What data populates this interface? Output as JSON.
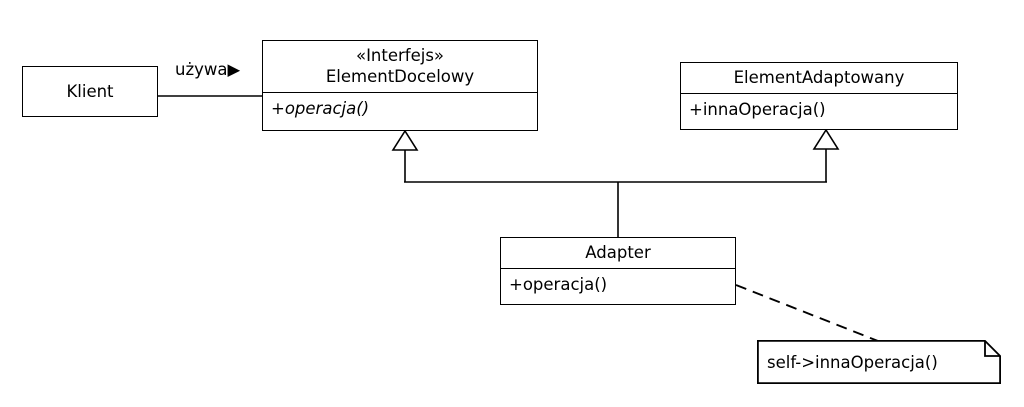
{
  "diagram": {
    "title": "Adapter pattern UML class diagram",
    "language": "pl",
    "stroke_color": "#000000",
    "background_color": "#ffffff"
  },
  "nodes": {
    "klient": {
      "name": "Klient"
    },
    "element_docelowy": {
      "stereotype": "«Interfejs»",
      "name": "ElementDocelowy",
      "header": "«Interfejs»\nElementDocelowy",
      "operations": "+operacja()"
    },
    "element_adaptowany": {
      "name": "ElementAdaptowany",
      "operations": "+innaOperacja()"
    },
    "adapter": {
      "name": "Adapter",
      "operations": "+operacja()"
    },
    "note": {
      "text": "self->innaOperacja()"
    }
  },
  "edges": {
    "uses": {
      "label": "używa▶",
      "from": "Klient",
      "to": "ElementDocelowy",
      "type": "association"
    },
    "realizes_target": {
      "from": "Adapter",
      "to": "ElementDocelowy",
      "type": "generalization"
    },
    "realizes_adaptee": {
      "from": "Adapter",
      "to": "ElementAdaptowany",
      "type": "generalization"
    },
    "note_anchor": {
      "from": "Adapter",
      "to": "note",
      "type": "dashed-link"
    }
  }
}
